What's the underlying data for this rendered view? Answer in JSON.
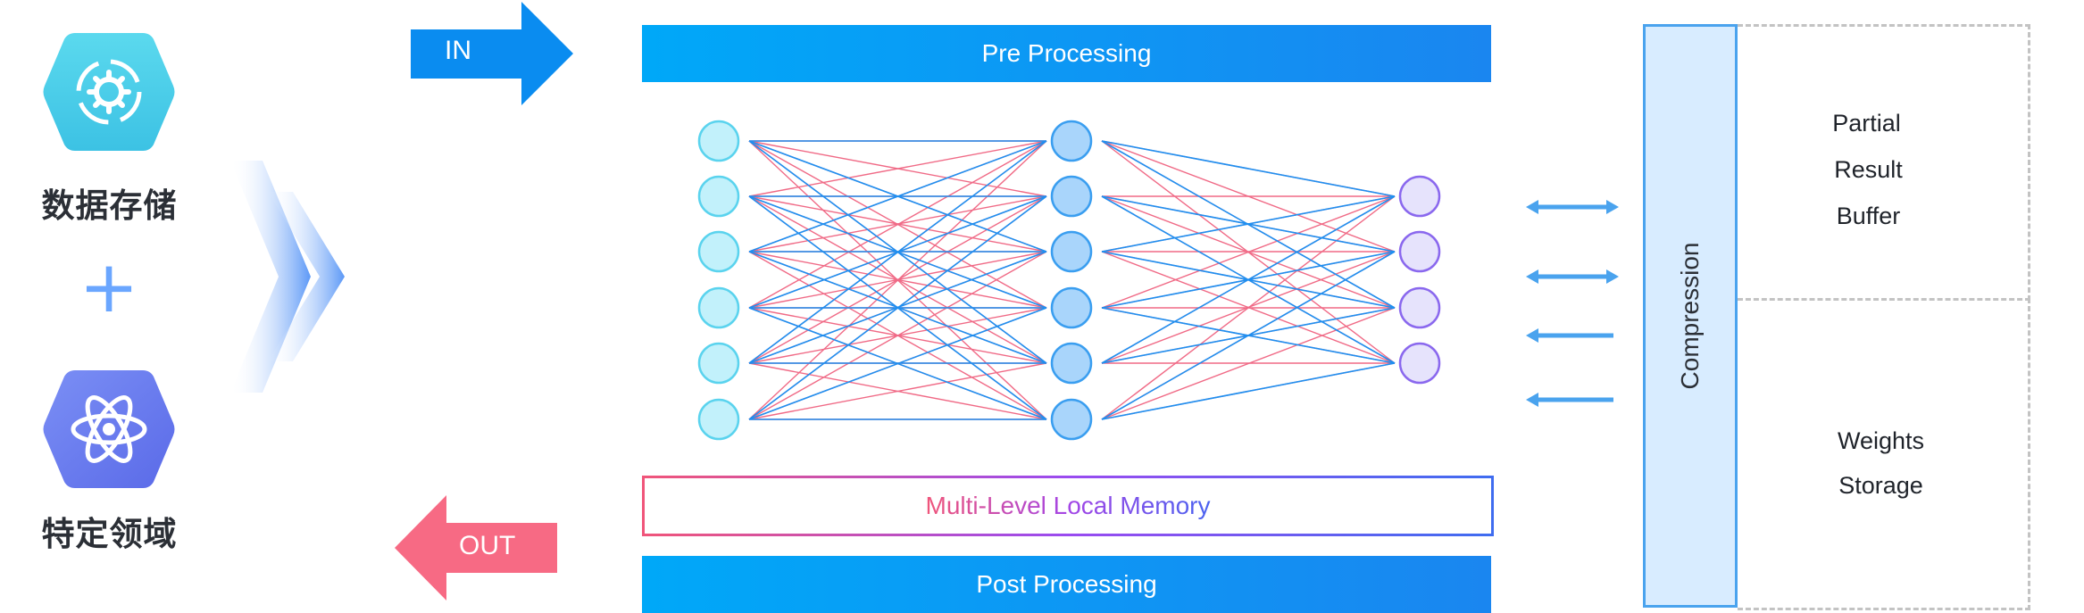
{
  "left": {
    "label_storage": "数据存储",
    "plus": "+",
    "label_domain": "特定领域"
  },
  "arrows": {
    "in_label": "IN",
    "out_label": "OUT"
  },
  "bars": {
    "pre": "Pre Processing",
    "memory": "Multi-Level Local Memory",
    "post": "Post Processing"
  },
  "compression": "Compression",
  "buffer": [
    "Partial",
    "Result",
    "Buffer"
  ],
  "weights": [
    "Weights",
    "Storage"
  ],
  "network": {
    "layers": [
      6,
      6,
      4
    ],
    "colors": {
      "layer1_fill": "#c2f1fb",
      "layer1_stroke": "#5ad3ee",
      "layer2_fill": "#a9d5fb",
      "layer2_stroke": "#3a9ef0",
      "layer3_fill": "#e6e3fc",
      "layer3_stroke": "#8a68ee",
      "edge_blue": "#1f8ff0",
      "edge_red": "#f06a86"
    }
  },
  "colors": {
    "in_arrow": "#0a8cf0",
    "out_arrow": "#f76a84",
    "bar": "#0a9cf4",
    "compression_fill": "#d8ecff",
    "compression_border": "#4aa3ee",
    "dash": "#c3c3c3",
    "connector": "#4aa3ee"
  }
}
